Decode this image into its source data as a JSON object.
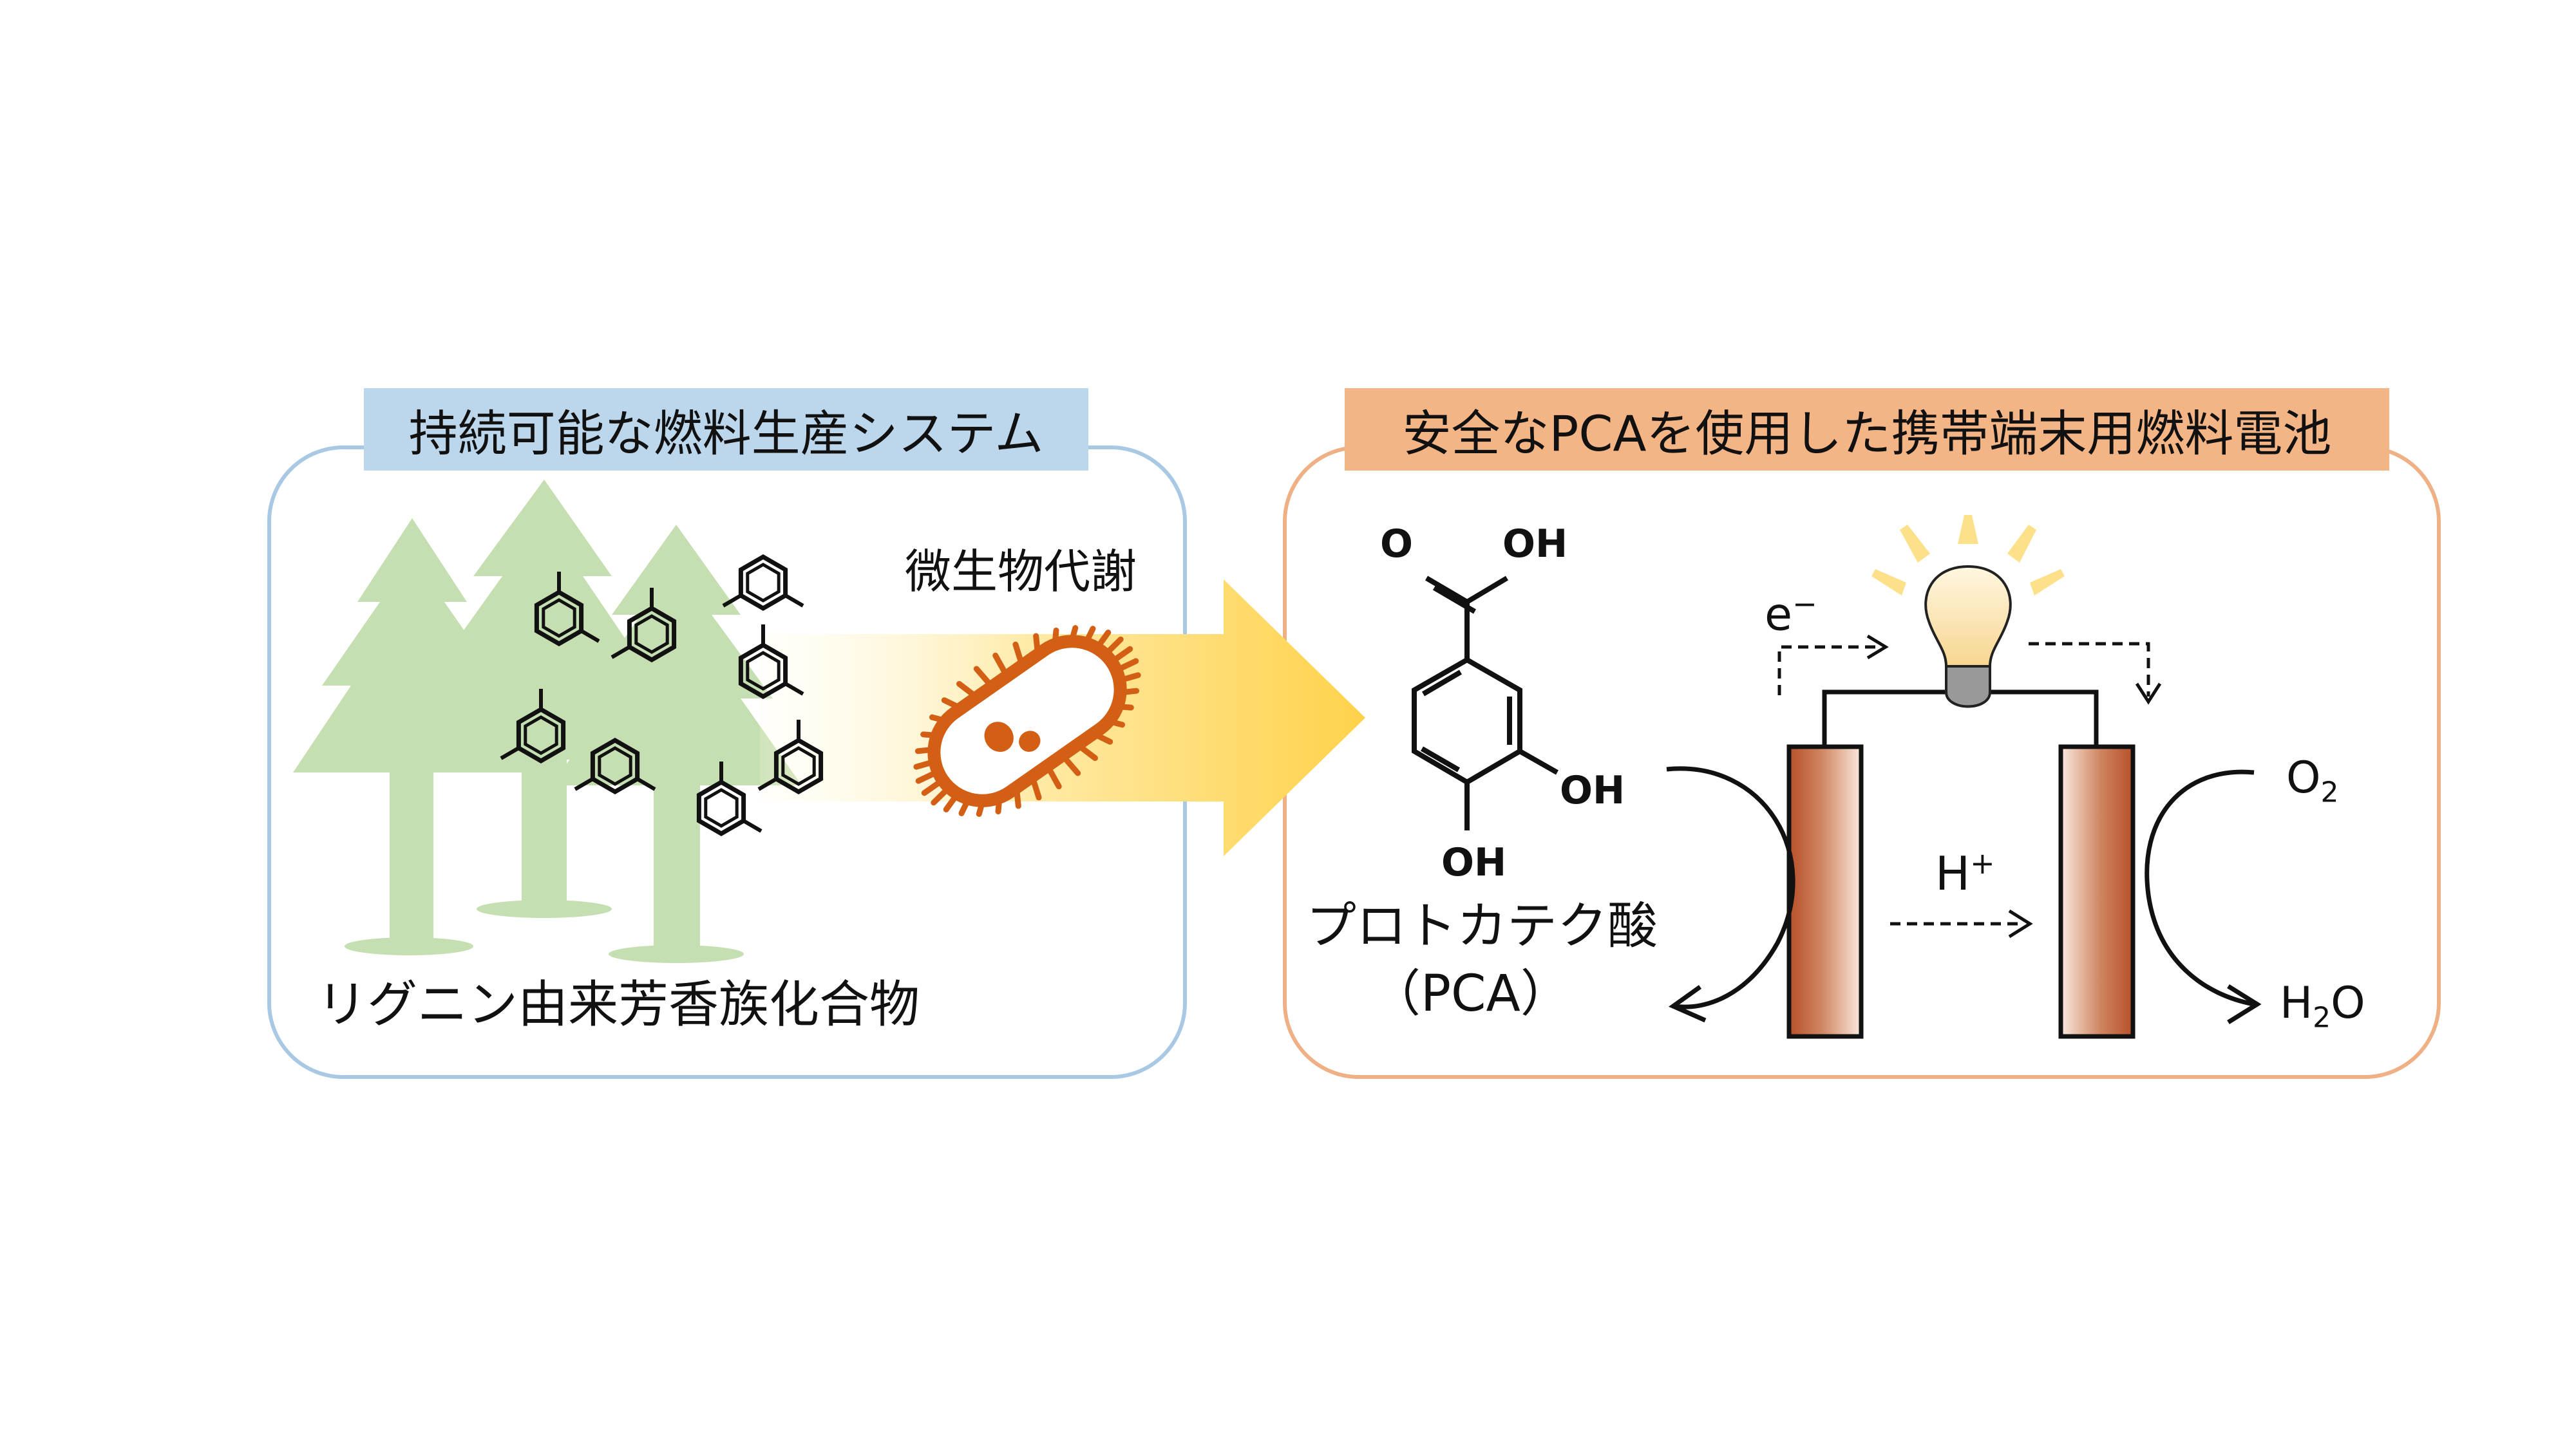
{
  "left_panel": {
    "title": "持続可能な燃料生産システム",
    "caption": "リグニン由来芳香族化合物"
  },
  "arrow_label": "微生物代謝",
  "right_panel": {
    "title": "安全なPCAを使用した携帯端末用燃料電池",
    "molecule": {
      "name": "プロトカテク酸",
      "abbrev": "（PCA）",
      "atom_o": "O",
      "atom_oh_top": "OH",
      "atom_oh_right": "OH",
      "atom_oh_bottom": "OH"
    },
    "cell": {
      "electron": "e",
      "electron_sup": "−",
      "proton": "H",
      "proton_sup": "+",
      "oxygen": "O",
      "oxygen_sub": "2",
      "water_h": "H",
      "water_sub": "2",
      "water_o": "O"
    }
  },
  "colors": {
    "left_border": "#a9c8e4",
    "right_border": "#efb085",
    "left_title_bg": "#bcd6ec",
    "right_title_bg": "#f4b586",
    "tree": "#c5dfb2",
    "arrow_tip": "#ffd85a",
    "microbe": "#d35f14",
    "electrode": "#b14a22"
  },
  "icons": [
    "tree-icon",
    "benzene-ring-icon",
    "microbe-icon",
    "light-bulb-icon"
  ]
}
